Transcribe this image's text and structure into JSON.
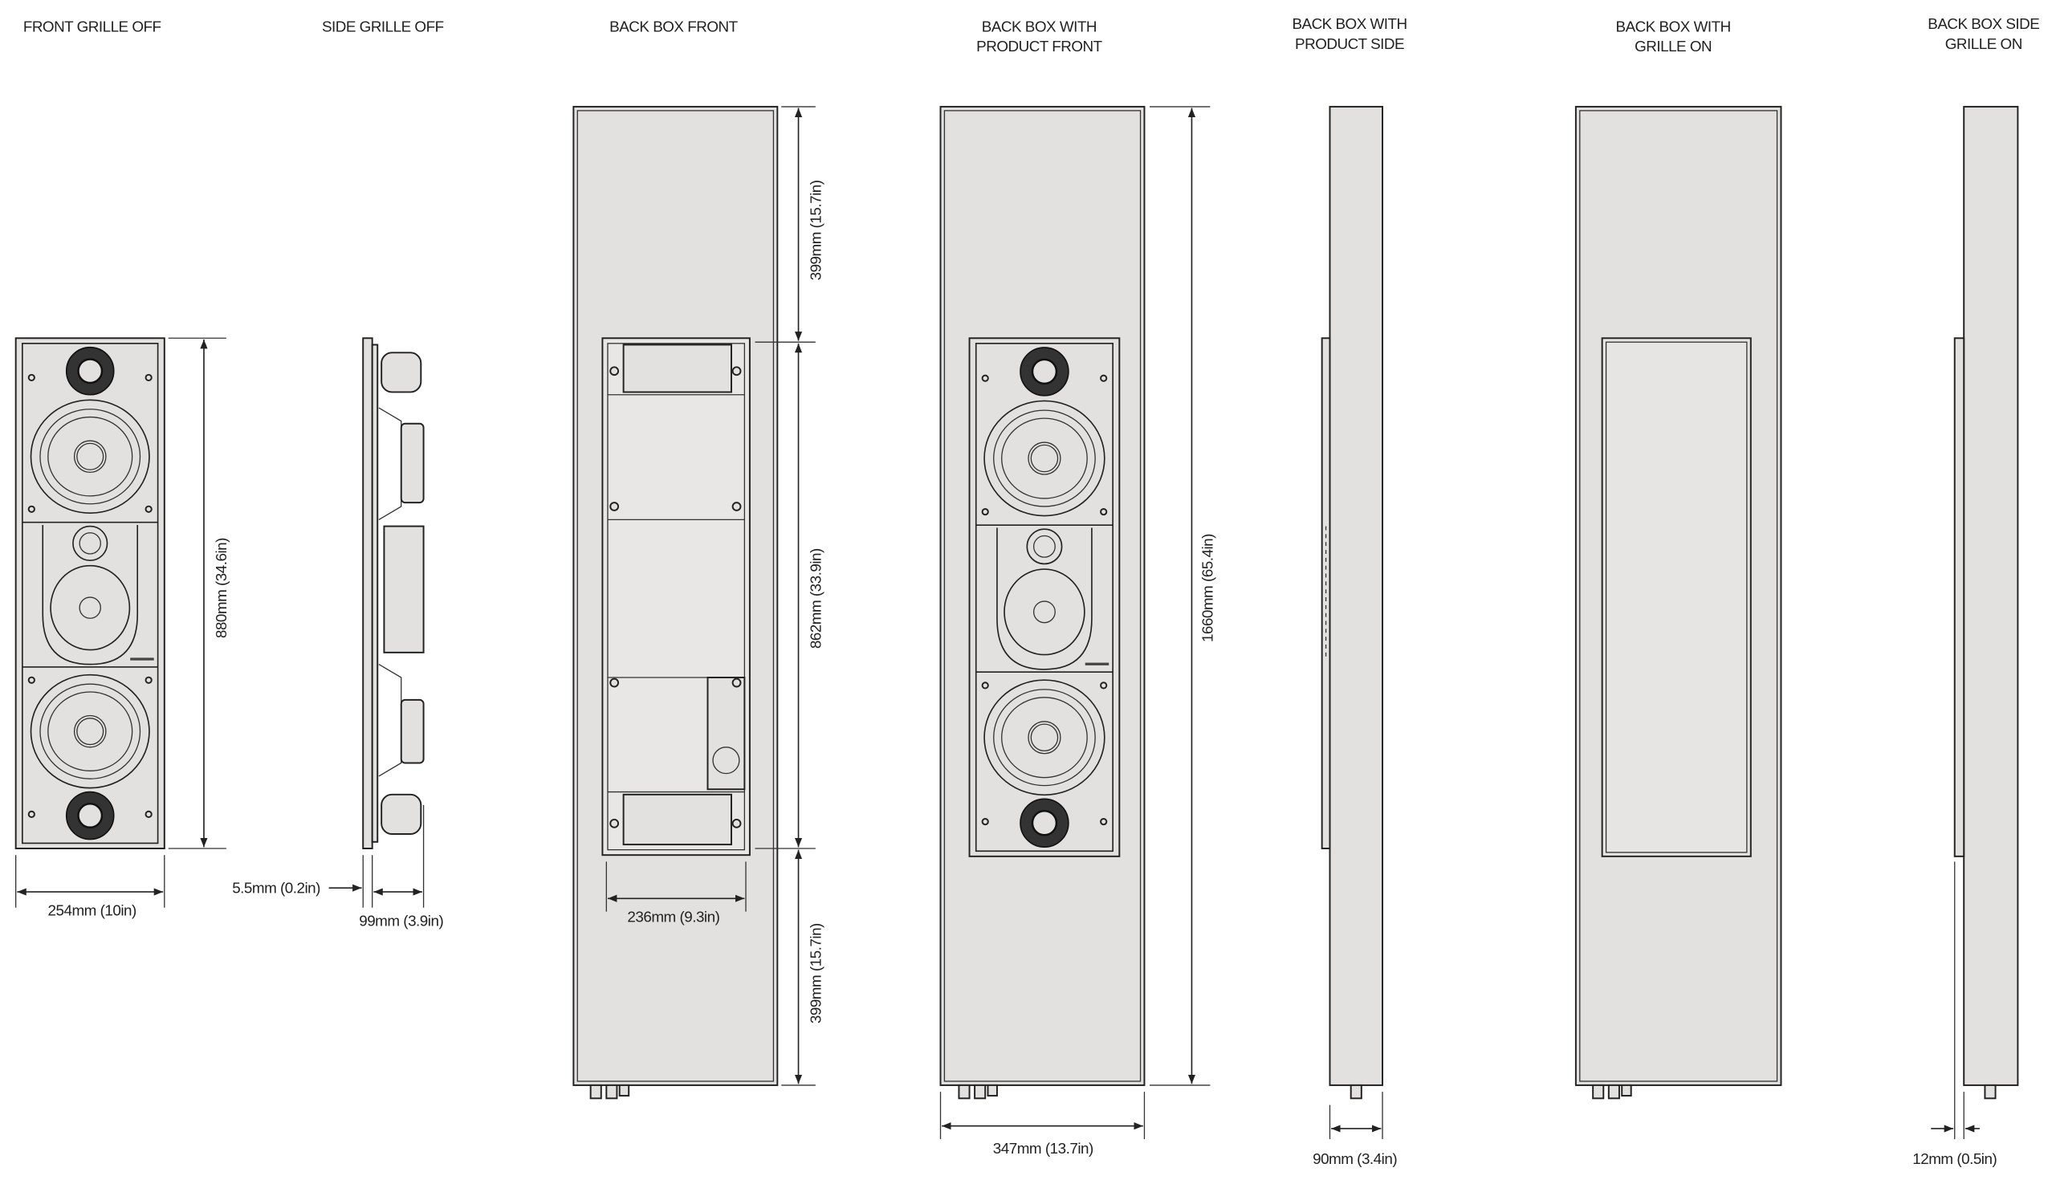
{
  "views": [
    {
      "title_lines": [
        "FRONT GRILLE OFF"
      ]
    },
    {
      "title_lines": [
        "SIDE GRILLE OFF"
      ]
    },
    {
      "title_lines": [
        "BACK BOX FRONT"
      ]
    },
    {
      "title_lines": [
        "BACK BOX WITH",
        "PRODUCT FRONT"
      ]
    },
    {
      "title_lines": [
        "BACK BOX WITH",
        "PRODUCT SIDE"
      ]
    },
    {
      "title_lines": [
        "BACK BOX WITH",
        "GRILLE ON"
      ]
    },
    {
      "title_lines": [
        "BACK BOX SIDE",
        "GRILLE ON"
      ]
    }
  ],
  "dimensions": {
    "front_height": "880mm (34.6in)",
    "front_width": "254mm (10in)",
    "side_flange": "5.5mm (0.2in)",
    "side_depth": "99mm (3.9in)",
    "backbox_top": "399mm (15.7in)",
    "backbox_cutout": "862mm (33.9in)",
    "backbox_bottom": "399mm (15.7in)",
    "backbox_cutout_width": "236mm (9.3in)",
    "backbox_height": "1660mm (65.4in)",
    "backbox_width": "347mm (13.7in)",
    "backbox_depth": "90mm (3.4in)",
    "grille_depth": "12mm (0.5in)"
  },
  "colors": {
    "panel_fill": "#e2e1df",
    "line": "#222222"
  }
}
